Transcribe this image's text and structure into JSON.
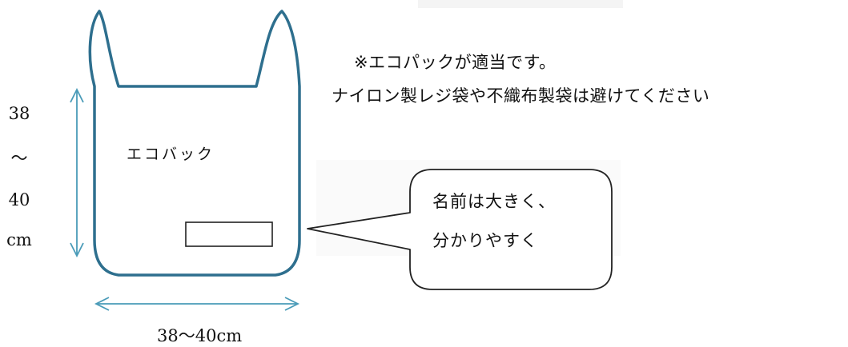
{
  "notes": {
    "line1": "※エコパックが適当です。",
    "line2": "ナイロン製レジ袋や不織布製袋は避けてください"
  },
  "bag": {
    "label": "エコバック",
    "outline_color": "#2e6f8e",
    "arrow_color": "#4a9bb8"
  },
  "height_label": {
    "top": "38",
    "tilde": "～",
    "bottom": "40",
    "unit": "cm"
  },
  "width_label": "38～40cm",
  "callout": {
    "line1": "名前は大きく、",
    "line2": "分かりやすく"
  }
}
